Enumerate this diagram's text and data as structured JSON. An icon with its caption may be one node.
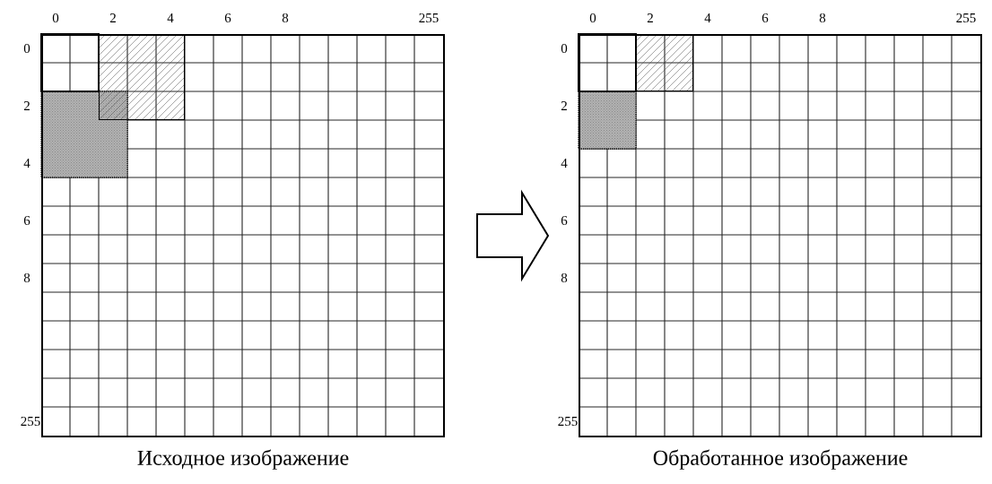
{
  "diagram": {
    "nodes": [
      {
        "text": [
          "Исходное изображение"
        ]
      },
      {
        "text": [
          "Обработанное изображение"
        ]
      }
    ],
    "edges": [
      {
        "from": 0,
        "to": 1,
        "arrow": "to"
      }
    ],
    "labels": [
      "0",
      "2",
      "4",
      "6",
      "8",
      "255",
      "0",
      "2",
      "4",
      "6",
      "8",
      "255",
      "0",
      "2",
      "4",
      "6",
      "8",
      "255",
      "0",
      "2",
      "4",
      "6",
      "8",
      "255"
    ]
  }
}
